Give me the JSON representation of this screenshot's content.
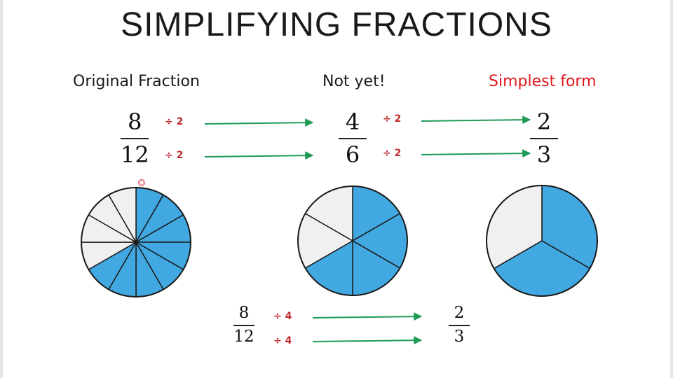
{
  "title": "SIMPLIFYING FRACTIONS",
  "labels": {
    "original": "Original Fraction",
    "not_yet": "Not yet!",
    "simplest": "Simplest form"
  },
  "colors": {
    "shaded": "#41a8e2",
    "unshaded": "#f0f0f0",
    "outline": "#1a1a1a",
    "arrow": "#1e9a55",
    "operation": "#c0282c",
    "simplest_label": "#e0191d"
  },
  "fractions": {
    "original": {
      "numerator": "8",
      "denominator": "12"
    },
    "step": {
      "numerator": "4",
      "denominator": "6"
    },
    "simplest": {
      "numerator": "2",
      "denominator": "3"
    },
    "direct_start": {
      "numerator": "8",
      "denominator": "12"
    },
    "direct_result": {
      "numerator": "2",
      "denominator": "3"
    }
  },
  "operations": {
    "step1_num": "÷ 2",
    "step1_den": "÷ 2",
    "step2_num": "÷ 2",
    "step2_den": "÷ 2",
    "direct_num": "÷ 4",
    "direct_den": "÷ 4"
  },
  "pies": [
    {
      "id": "twelfths",
      "total": 12,
      "shaded": 8
    },
    {
      "id": "sixths",
      "total": 6,
      "shaded": 4
    },
    {
      "id": "thirds",
      "total": 3,
      "shaded": 2
    }
  ]
}
